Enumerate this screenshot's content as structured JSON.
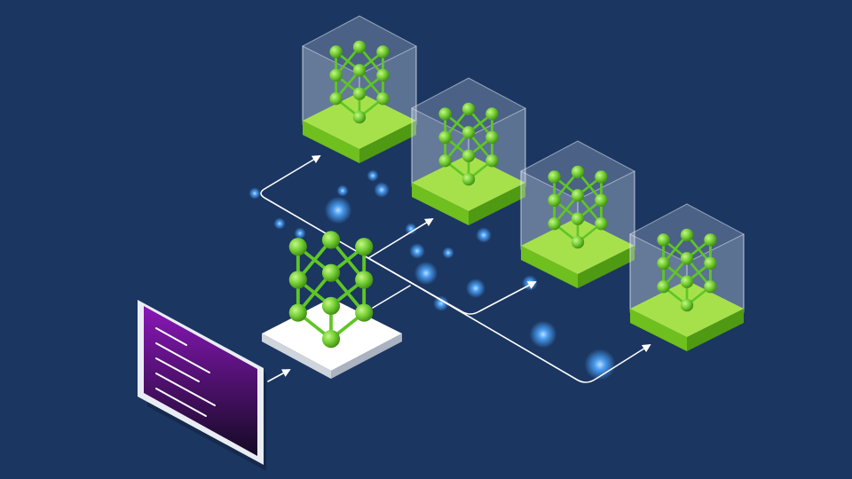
{
  "colors": {
    "background": "#1b3661",
    "network_green": "#6ccf2c",
    "node_green": "#76d137",
    "platform_green_top": "#a6e14c",
    "platform_green_side": "#6fbf1e",
    "platform_green_front": "#4f9a12",
    "source_platform_top": "#ffffff",
    "source_platform_side": "#cfd5dc",
    "glass_box": "#c9d3e6",
    "connector": "#ffffff",
    "terminal_purple": "#8a17b8",
    "terminal_dark": "#140a24",
    "sparkle": "#4da6ff"
  },
  "icons": {
    "terminal": "terminal-window-icon",
    "source_model": "neural-network-icon",
    "deployed_model": "neural-network-icon",
    "connector": "arrow-right-icon"
  },
  "diagram": {
    "source_model_count": 1,
    "deployed_model_count": 4,
    "terminal_code_lines": 5
  }
}
